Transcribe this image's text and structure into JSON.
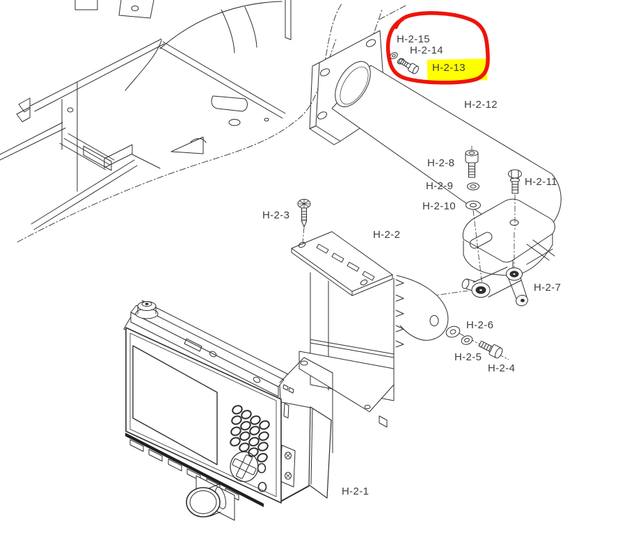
{
  "diagram": {
    "type": "exploded-parts-diagram",
    "background": "#ffffff",
    "line_color": "#2e2e2e",
    "parts": [
      "H-2-1",
      "H-2-2",
      "H-2-3",
      "H-2-4",
      "H-2-5",
      "H-2-6",
      "H-2-7",
      "H-2-8",
      "H-2-9",
      "H-2-10",
      "H-2-11",
      "H-2-12",
      "H-2-13",
      "H-2-14",
      "H-2-15"
    ],
    "annotations": {
      "highlight": {
        "part": "H-2-13",
        "color": "#ffff00"
      },
      "circle": {
        "parts": [
          "H-2-15",
          "H-2-14",
          "H-2-13"
        ],
        "color": "#ee1409"
      }
    }
  }
}
